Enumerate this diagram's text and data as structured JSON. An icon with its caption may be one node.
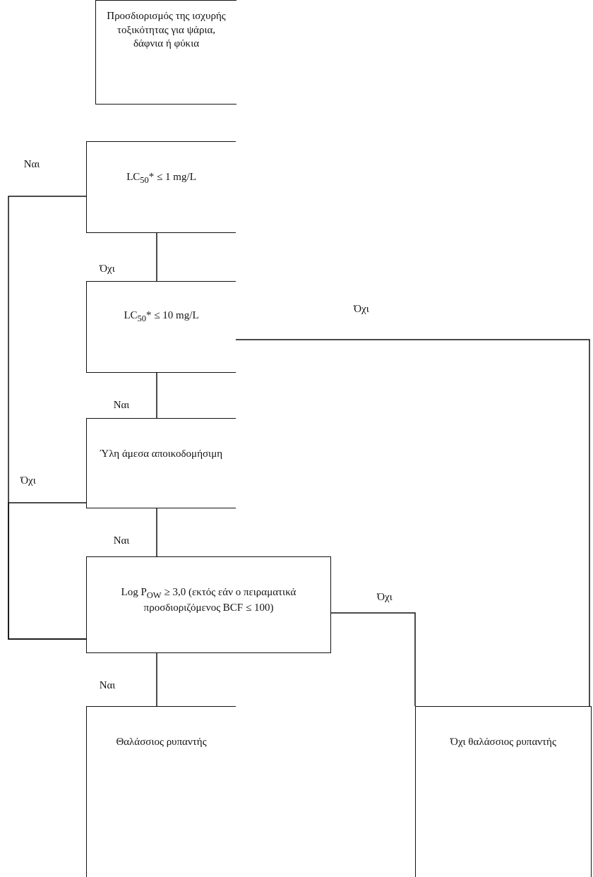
{
  "diagram": {
    "nodes": [
      {
        "text": [
          "Προσδιορισμός της ισχυρής τοξικότητας για ψάρια, δάφνια ή φύκια"
        ]
      },
      {
        "text": [
          "LC$_{50}$* ≤ 1 mg/L"
        ]
      },
      {
        "text": [
          "LC$_{50}$* ≤ 10 mg/L"
        ]
      },
      {
        "text": [
          "Ύλη άμεσα αποικοδομήσιμη"
        ]
      },
      {
        "text": [
          "Log P$_{OW}$ ≥ 3,0 (εκτός εάν ο πειραματικά προσδιοριζόμενος BCF ≤ 100)"
        ]
      },
      {
        "text": [
          "Θαλάσσιος ρυπαντής"
        ]
      },
      {
        "text": [
          "Όχι θαλάσσιος ρυπαντής"
        ]
      }
    ],
    "edges": [
      {
        "from": 1,
        "to": 2,
        "arrow": "none",
        "label": "Όχι"
      },
      {
        "from": 1,
        "to": 4,
        "arrow": "none",
        "label": "Ναι"
      },
      {
        "from": 2,
        "to": 3,
        "arrow": "none",
        "label": "Ναι"
      },
      {
        "from": 2,
        "to": 6,
        "arrow": "none",
        "label": "Όχι"
      },
      {
        "from": 3,
        "to": 4,
        "arrow": "none",
        "label": "Ναι"
      },
      {
        "from": 3,
        "to": 4,
        "arrow": "none",
        "label": "Όχι"
      },
      {
        "from": 4,
        "to": 5,
        "arrow": "none",
        "label": "Ναι"
      },
      {
        "from": 4,
        "to": 6,
        "arrow": "none",
        "label": "Όχι"
      }
    ]
  }
}
